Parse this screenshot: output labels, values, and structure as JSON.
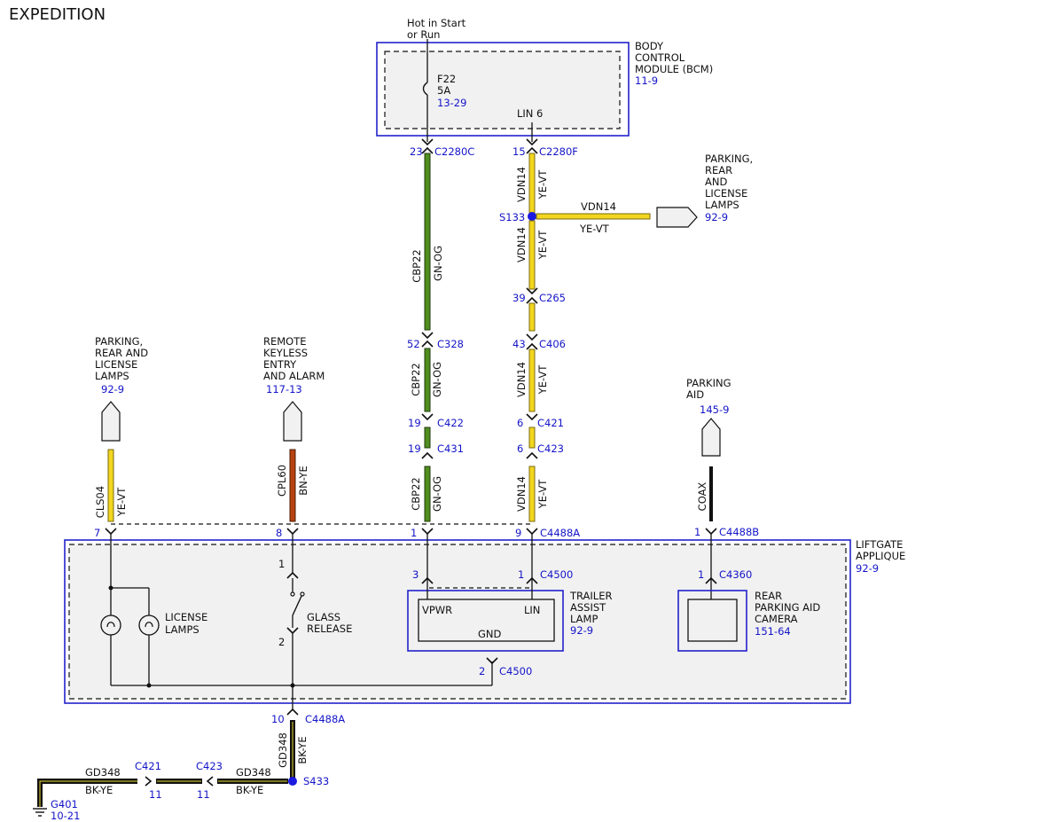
{
  "title": "EXPEDITION",
  "colors": {
    "ref_blue": "#1414c8",
    "module_border": "#2222cc",
    "gn_og": "#4f8e1f",
    "ye_vt": "#f2d61f",
    "bn_ye": "#b8420f",
    "bk_ye": "#111111",
    "coax": "#111111"
  },
  "power": {
    "label1": "Hot in Start",
    "label2": "or Run"
  },
  "bcm": {
    "name1": "BODY",
    "name2": "CONTROL",
    "name3": "MODULE (BCM)",
    "ref": "11-9",
    "fuse": "F22",
    "fuse_amp": "5A",
    "fuse_ref": "13-29",
    "lin": "LIN 6"
  },
  "connectors": {
    "c2280c": {
      "pin": "23",
      "name": "C2280C"
    },
    "c2280f": {
      "pin": "15",
      "name": "C2280F"
    },
    "c328": {
      "pin": "52",
      "name": "C328"
    },
    "c265": {
      "pin": "39",
      "name": "C265"
    },
    "c406": {
      "pin": "43",
      "name": "C406"
    },
    "c422": {
      "pin": "19",
      "name": "C422"
    },
    "c421a": {
      "pin": "6",
      "name": "C421"
    },
    "c431": {
      "pin": "19",
      "name": "C431"
    },
    "c423a": {
      "pin": "6",
      "name": "C423"
    },
    "c4488a_7": "7",
    "c4488a_8": "8",
    "c4488a_1": "1",
    "c4488a_9": "9",
    "c4488a_name": "C4488A",
    "c4488b": {
      "pin": "1",
      "name": "C4488B"
    },
    "c4500_3": "3",
    "c4500_1": "1",
    "c4500_name": "C4500",
    "c4360": {
      "pin": "1",
      "name": "C4360"
    },
    "c4500_gnd": {
      "pin": "2",
      "name": "C4500"
    },
    "c4488a_10": {
      "pin": "10",
      "name": "C4488A"
    },
    "c421b": {
      "name": "C421",
      "pin": "11"
    },
    "c423b": {
      "name": "C423",
      "pin": "11"
    }
  },
  "wires": {
    "cbp22": "CBP22",
    "gn_og": "GN-OG",
    "vdn14": "VDN14",
    "ye_vt": "YE-VT",
    "cls04": "CLS04",
    "cpl60": "CPL60",
    "bn_ye": "BN-YE",
    "coax": "COAX",
    "gd348": "GD348",
    "bk_ye": "BK-YE"
  },
  "splices": {
    "s133": "S133",
    "s433": "S433"
  },
  "refs": {
    "parking_top": {
      "l1": "PARKING,",
      "l2": "REAR",
      "l3": "AND",
      "l4": "LICENSE",
      "l5": "LAMPS",
      "ref": "92-9"
    },
    "parking_left": {
      "l1": "PARKING,",
      "l2": "REAR AND",
      "l3": "LICENSE",
      "l4": "LAMPS",
      "ref": "92-9"
    },
    "rke": {
      "l1": "REMOTE",
      "l2": "KEYLESS",
      "l3": "ENTRY",
      "l4": "AND ALARM",
      "ref": "117-13"
    },
    "parking_aid": {
      "l1": "PARKING",
      "l2": "AID",
      "ref": "145-9"
    }
  },
  "liftgate": {
    "l1": "LIFTGATE",
    "l2": "APPLIQUE",
    "ref": "92-9"
  },
  "license_lamps": {
    "l1": "LICENSE",
    "l2": "LAMPS"
  },
  "glass_release": {
    "l1": "GLASS",
    "l2": "RELEASE",
    "pin1": "1",
    "pin2": "2"
  },
  "trailer": {
    "l1": "TRAILER",
    "l2": "ASSIST",
    "l3": "LAMP",
    "ref": "92-9",
    "vpwr": "VPWR",
    "lin": "LIN",
    "gnd": "GND"
  },
  "camera": {
    "l1": "REAR",
    "l2": "PARKING AID",
    "l3": "CAMERA",
    "ref": "151-64"
  },
  "ground": {
    "name": "G401",
    "ref": "10-21"
  }
}
